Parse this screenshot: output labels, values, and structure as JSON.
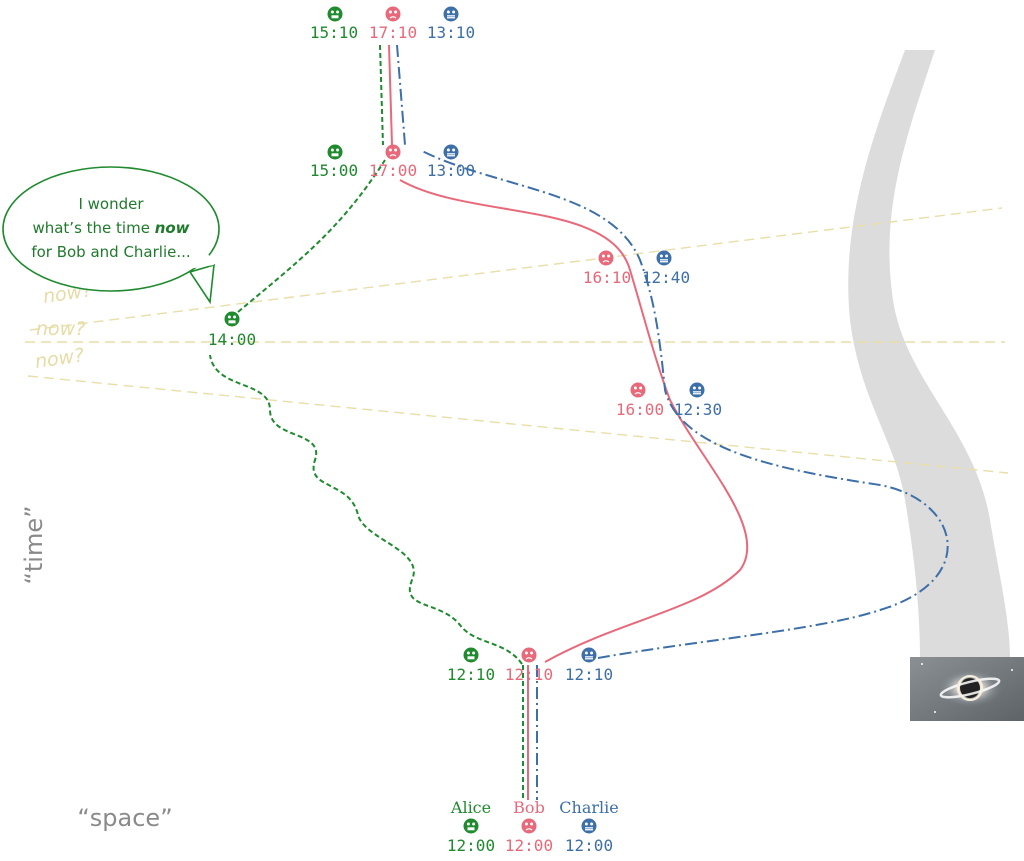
{
  "colors": {
    "alice": "#1f8a2e",
    "bob": "#e8697a",
    "charlie": "#3d6fa8",
    "simultaneity": "#e8dfa8",
    "black_hole_path": "#d9d9d9"
  },
  "travelers": {
    "alice": {
      "name": "Alice",
      "icon": "grinning-face-icon"
    },
    "bob": {
      "name": "Bob",
      "icon": "worried-face-icon"
    },
    "charlie": {
      "name": "Charlie",
      "icon": "grimacing-face-icon"
    }
  },
  "events": {
    "start": {
      "alice": "12:00",
      "bob": "12:00",
      "charlie": "12:00"
    },
    "depart": {
      "alice": "12:10",
      "bob": "12:10",
      "charlie": "12:10"
    },
    "alice_alone": {
      "alice": "14:00"
    },
    "bob_charlie_upper": {
      "bob": "16:10",
      "charlie": "12:40"
    },
    "bob_charlie_lower": {
      "bob": "16:00",
      "charlie": "12:30"
    },
    "reunion": {
      "alice": "15:00",
      "bob": "17:00",
      "charlie": "13:00"
    },
    "end": {
      "alice": "15:10",
      "bob": "17:10",
      "charlie": "13:10"
    }
  },
  "speech_bubble": {
    "line1": "I wonder",
    "line2_pre": "what’s the time ",
    "line2_emph": "now",
    "line3": "for Bob and Charlie..."
  },
  "now_labels": [
    "now?",
    "now?",
    "now?"
  ],
  "axes": {
    "time_label": "“time”",
    "space_label": "“space”"
  },
  "black_hole": {
    "icon": "black-hole-image"
  }
}
